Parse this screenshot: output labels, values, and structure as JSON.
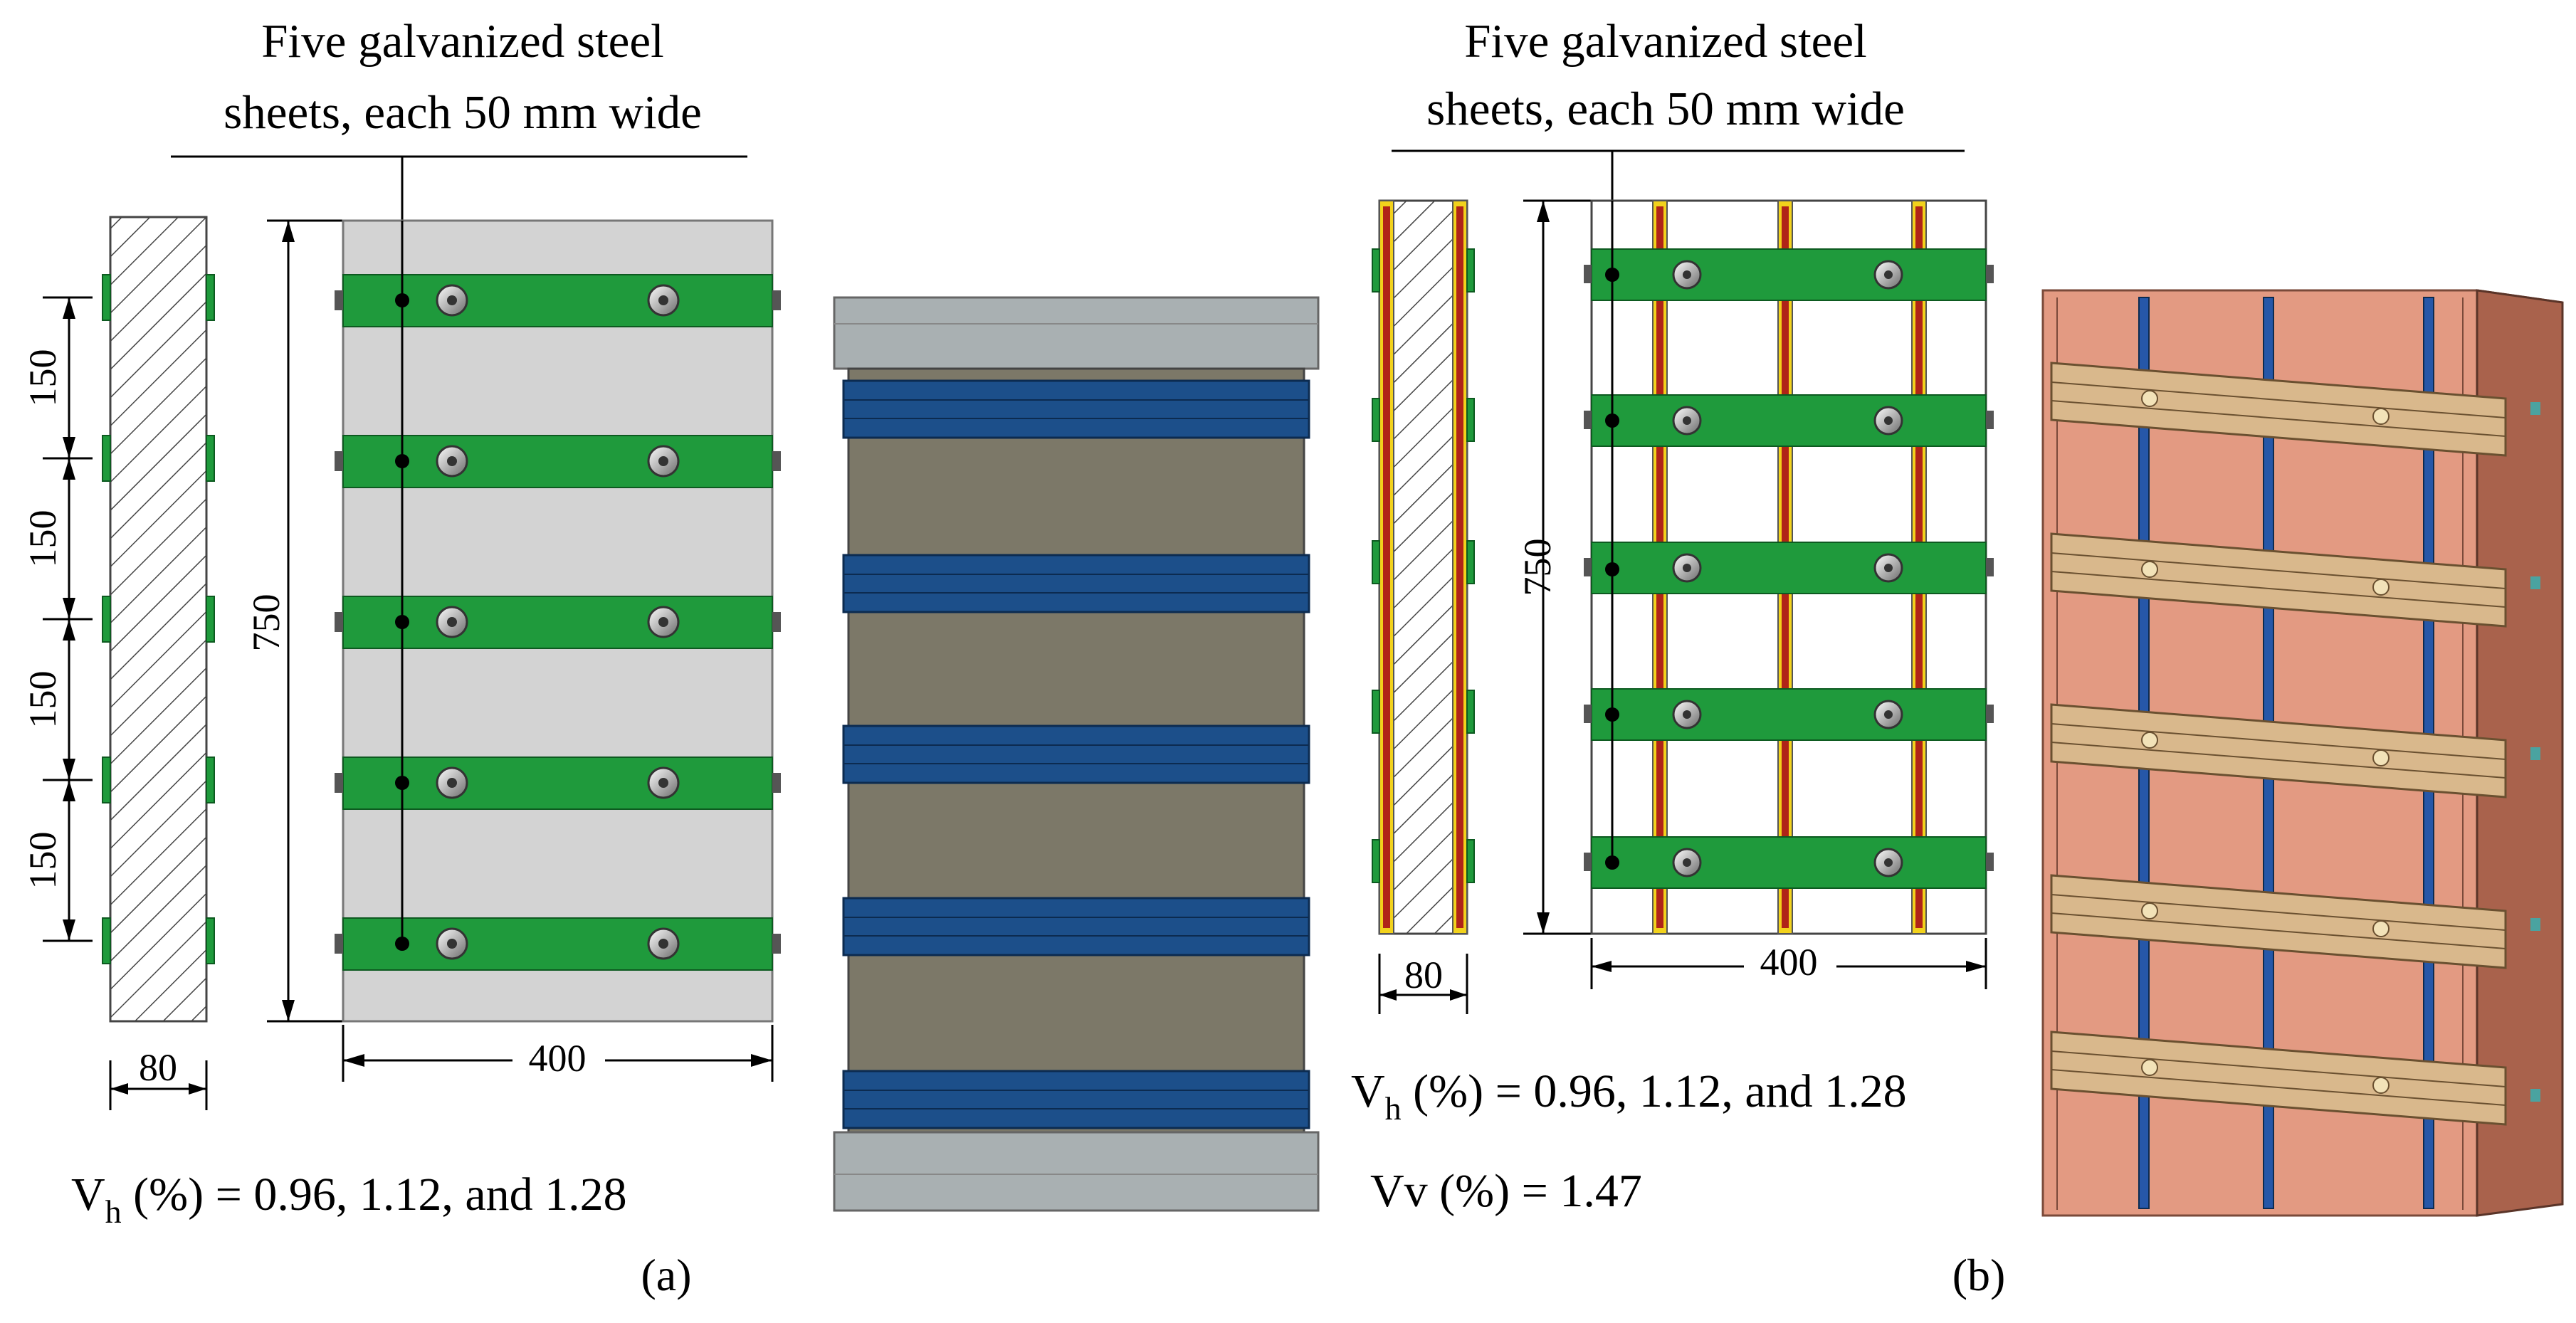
{
  "panel_a": {
    "callout_line1": "Five galvanized steel",
    "callout_line2": "sheets, each 50 mm wide",
    "spacing_dims": [
      "150",
      "150",
      "150",
      "150"
    ],
    "height_dim": "750",
    "thickness_dim": "80",
    "width_dim": "400",
    "vh_main": "V",
    "vh_sub": "h",
    "vh_rest": " (%) = 0.96, 1.12, and 1.28",
    "label": "(a)"
  },
  "panel_b": {
    "callout_line1": "Five galvanized steel",
    "callout_line2": "sheets, each 50 mm wide",
    "height_dim": "750",
    "thickness_dim": "80",
    "width_dim": "400",
    "vh_main": "V",
    "vh_sub": "h",
    "vh_rest": " (%) = 0.96, 1.12, and 1.28",
    "vv_text": "Vv (%) = 1.47",
    "label": "(b)"
  },
  "colors": {
    "steel_sheet_green": "#1f9a3c",
    "wall_gray": "#d3d3d3",
    "fe_strap_blue": "#1c4f8a",
    "fe_core_gray": "#7c7868",
    "fe_plate_gray": "#a9b0b2",
    "vertical_bar_yellow": "#f2d21c",
    "vertical_bar_red": "#b02418",
    "brick_salmon": "#e39a82",
    "strap_tan": "#d9b88c"
  }
}
